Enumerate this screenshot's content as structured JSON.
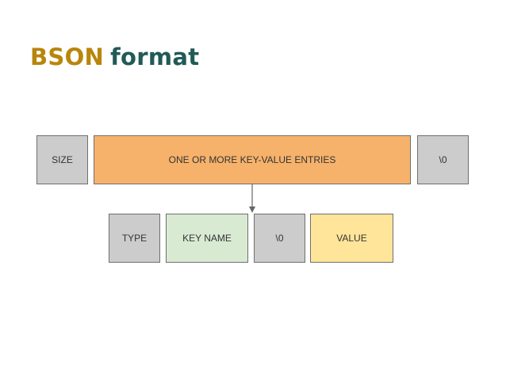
{
  "title": {
    "word1": "BSON",
    "word2": "format"
  },
  "top_row": [
    {
      "label": "SIZE"
    },
    {
      "label": "ONE OR MORE KEY-VALUE ENTRIES"
    },
    {
      "label": "\\0"
    }
  ],
  "entry_row": [
    {
      "label": "TYPE"
    },
    {
      "label": "KEY NAME"
    },
    {
      "label": "\\0"
    },
    {
      "label": "VALUE"
    }
  ],
  "colors": {
    "title_word1": "#b8860b",
    "title_word2": "#215a57",
    "gray_fill": "#cccccc",
    "orange_fill": "#f6b26b",
    "green_fill": "#d9ead3",
    "yellow_fill": "#ffe599",
    "border": "#6f6f6f",
    "arrow": "#666666"
  }
}
